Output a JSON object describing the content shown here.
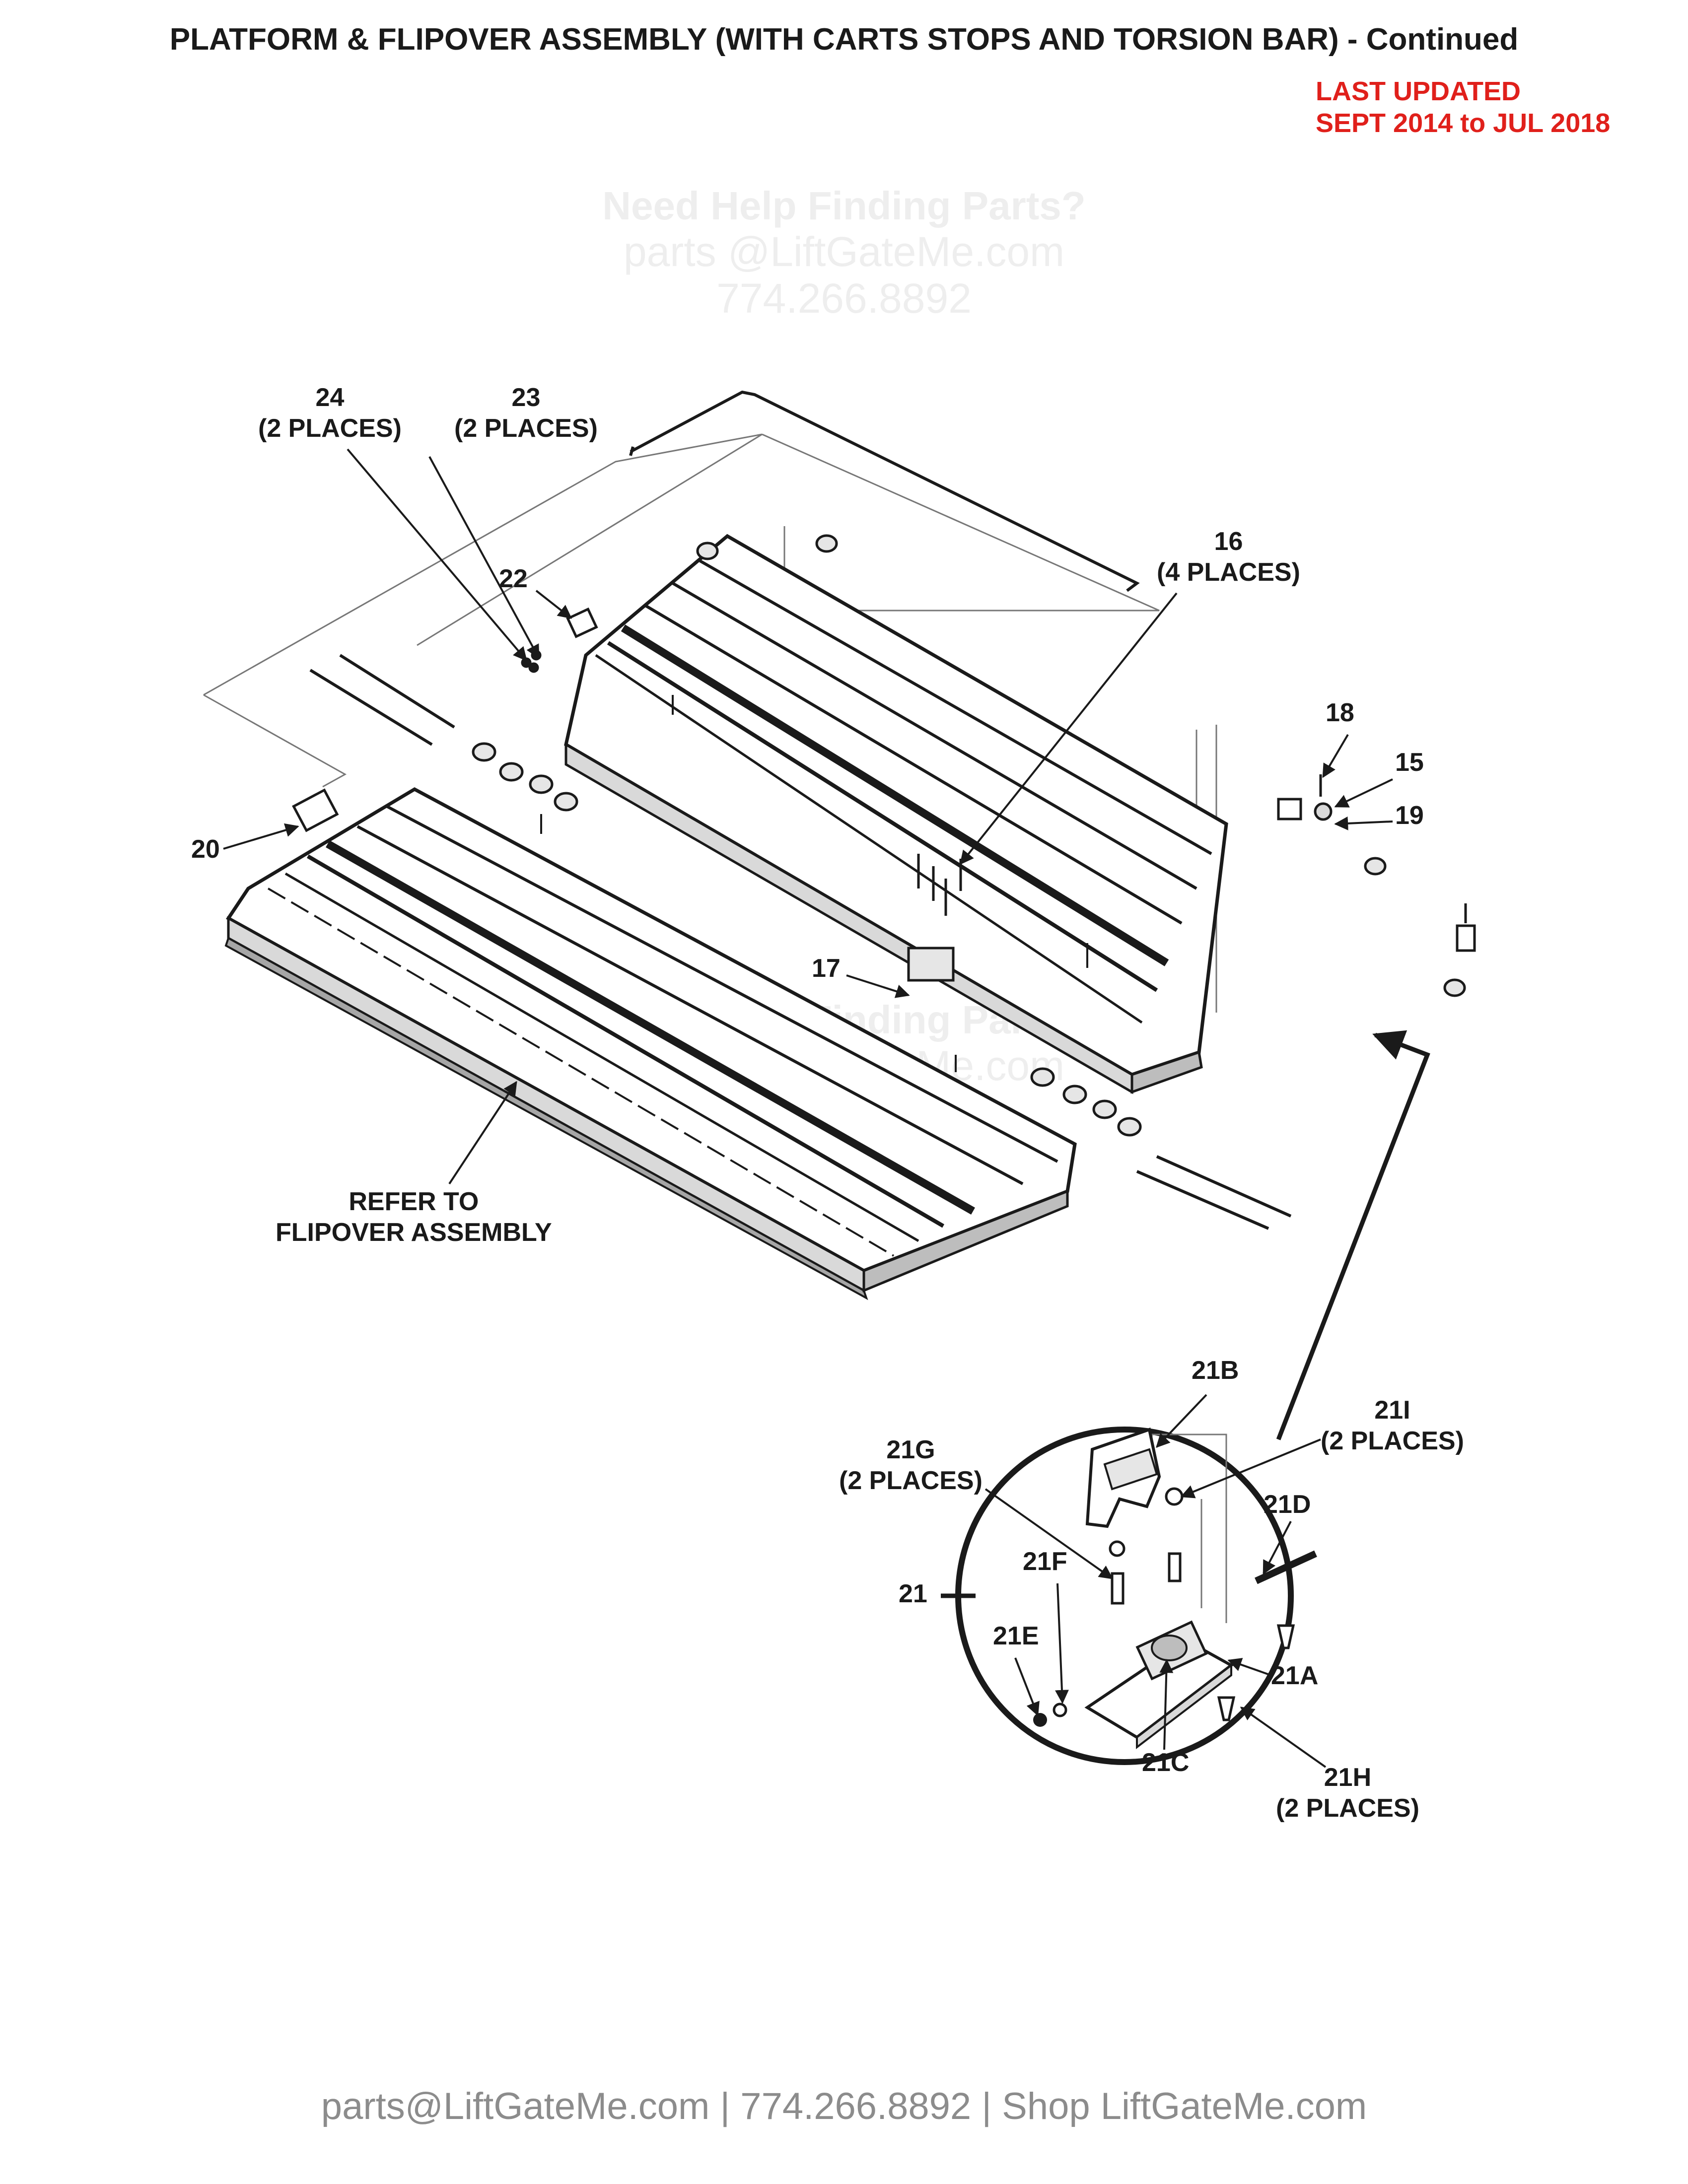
{
  "title": "PLATFORM & FLIPOVER ASSEMBLY (WITH CARTS STOPS AND TORSION BAR) - Continued",
  "last_updated": {
    "line1": "LAST UPDATED",
    "line2": "SEPT 2014 to JUL 2018"
  },
  "watermark": {
    "heading": "Need Help Finding Parts?",
    "email": "parts @LiftGateMe.com",
    "phone": "774.266.8892"
  },
  "callouts": {
    "c24": {
      "num": "24",
      "note": "(2 PLACES)"
    },
    "c23": {
      "num": "23",
      "note": "(2 PLACES)"
    },
    "c22": {
      "num": "22"
    },
    "c16": {
      "num": "16",
      "note": "(4 PLACES)"
    },
    "c18": {
      "num": "18"
    },
    "c15": {
      "num": "15"
    },
    "c19": {
      "num": "19"
    },
    "c20": {
      "num": "20"
    },
    "c17": {
      "num": "17"
    },
    "refer": {
      "line1": "REFER TO",
      "line2": "FLIPOVER ASSEMBLY"
    },
    "c21": {
      "num": "21"
    },
    "c21A": {
      "num": "21A"
    },
    "c21B": {
      "num": "21B"
    },
    "c21C": {
      "num": "21C"
    },
    "c21D": {
      "num": "21D"
    },
    "c21E": {
      "num": "21E"
    },
    "c21F": {
      "num": "21F"
    },
    "c21G": {
      "num": "21G",
      "note": "(2 PLACES)"
    },
    "c21H": {
      "num": "21H",
      "note": "(2 PLACES)"
    },
    "c21I": {
      "num": "21I",
      "note": "(2 PLACES)"
    }
  },
  "footer": "parts@LiftGateMe.com | 774.266.8892 | Shop LiftGateMe.com",
  "colors": {
    "accent_red": "#e0201b",
    "ink": "#1a1a1a",
    "footer_gray": "#8c8c8c",
    "watermark": "#eeeeee"
  }
}
